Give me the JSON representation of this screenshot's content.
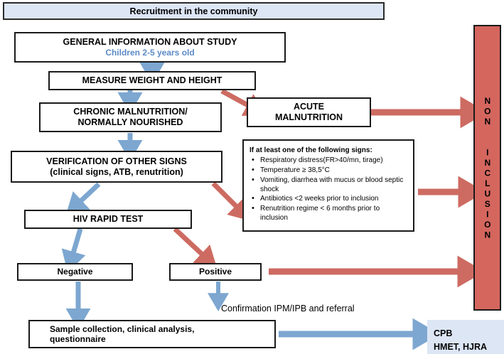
{
  "banner": {
    "label": "Recruitment in the community"
  },
  "boxes": {
    "general_info": {
      "title": "GENERAL INFORMATION ABOUT STUDY",
      "subtitle": "Children  2-5 years  old"
    },
    "measure": {
      "label": "MEASURE WEIGHT AND HEIGHT"
    },
    "chronic": {
      "line1": "CHRONIC MALNUTRITION/",
      "line2": "NORMALLY NOURISHED"
    },
    "acute": {
      "line1": "ACUTE",
      "line2": "MALNUTRITION"
    },
    "verification": {
      "line1": "VERIFICATION OF OTHER SIGNS",
      "line2": "(clinical signs, ATB, renutrition)"
    },
    "hiv_test": {
      "label": "HIV RAPID TEST"
    },
    "negative": {
      "label": "Negative"
    },
    "positive": {
      "label": "Positive"
    },
    "sample": {
      "line1": "Sample collection, clinical analysis,",
      "line2": "questionnaire"
    },
    "non_inclusion": {
      "label": "NON  INCLUSION"
    },
    "cpb": {
      "line1": "CPB",
      "line2": "HMET, HJRA"
    }
  },
  "signs": {
    "title": "If at least one of the following signs:",
    "items": [
      "Respiratory distress(FR>40/mn, tirage)",
      "Temperature ≥ 38,5°C",
      "Vomiting, diarrhea with mucus or blood septic shock",
      "Antibiotics <2 weeks prior to inclusion",
      "Renutrition regime < 6 months prior to inclusion"
    ]
  },
  "labels": {
    "confirmation": "Confirmation IPM/IPB and referral"
  },
  "colors": {
    "banner_fill": "#dde6f5",
    "box_border": "#1a1a1a",
    "blue_arrow": "#7da7d0",
    "red_arrow": "#cd6b62",
    "non_inclusion_fill": "#d4665e",
    "subtitle_blue": "#5b8ac6",
    "cpb_fill": "#dde6f5"
  }
}
